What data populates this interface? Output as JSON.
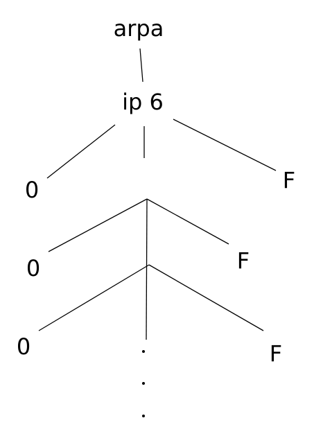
{
  "diagram": {
    "root": "arpa",
    "level1": "ip 6",
    "left_labels": [
      "0",
      "0",
      "0"
    ],
    "right_labels": [
      "F",
      "F",
      "F"
    ],
    "continuation": "⋮"
  }
}
